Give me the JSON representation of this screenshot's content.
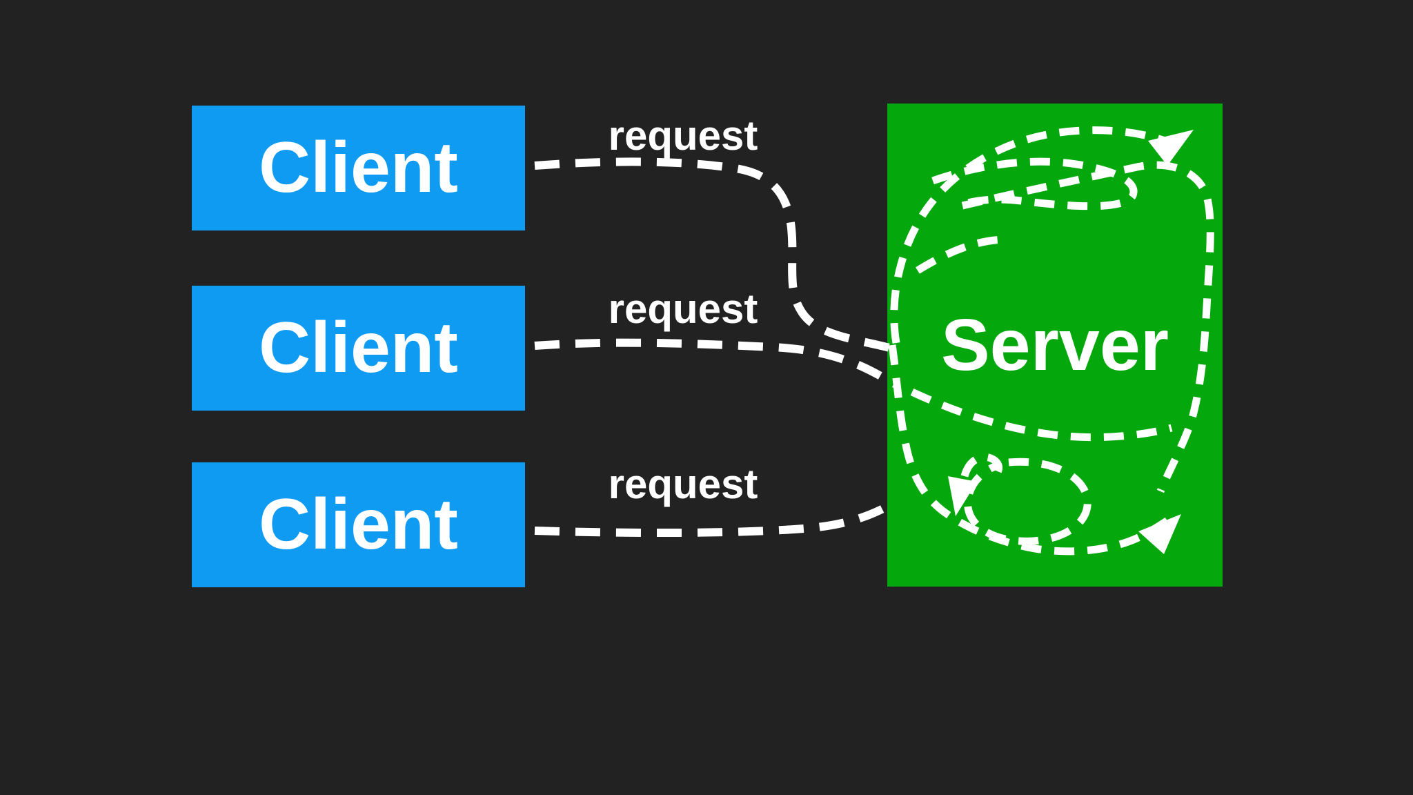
{
  "diagram": {
    "clients": [
      {
        "label": "Client"
      },
      {
        "label": "Client"
      },
      {
        "label": "Client"
      }
    ],
    "server": {
      "label": "Server"
    },
    "requests": [
      {
        "label": "request"
      },
      {
        "label": "request"
      },
      {
        "label": "request"
      }
    ],
    "icons": [
      "arrowhead-up-right-icon",
      "arrowhead-down-icon",
      "arrowhead-up-right-icon"
    ],
    "colors": {
      "background": "#222222",
      "client_fill": "#0F9BF2",
      "server_fill": "#05A80C",
      "text": "#FFFFFF",
      "line": "#FFFFFF"
    }
  }
}
